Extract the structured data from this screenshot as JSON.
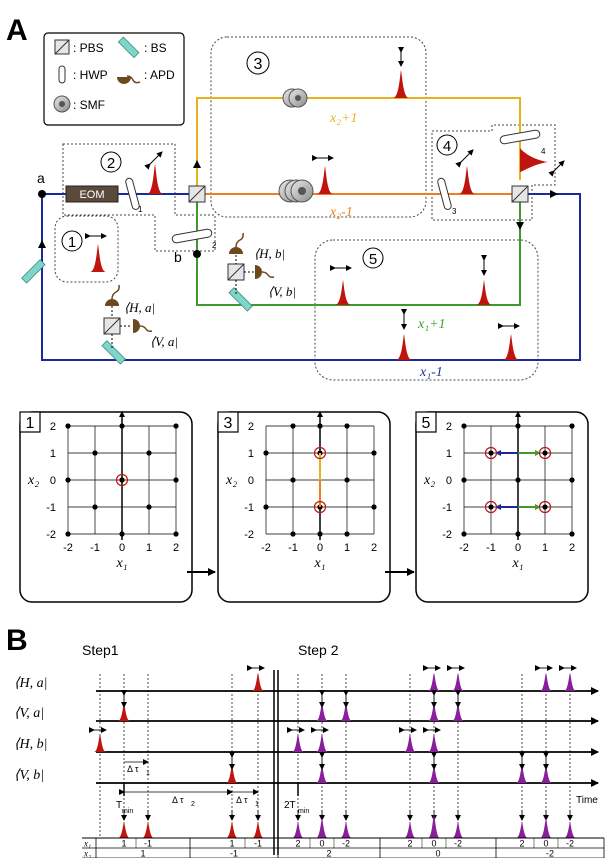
{
  "panel_a": {
    "label": "A",
    "legend": [
      {
        "key": "pbs",
        "text": ": PBS"
      },
      {
        "key": "bs",
        "text": ": BS"
      },
      {
        "key": "hwp",
        "text": ": HWP"
      },
      {
        "key": "apd",
        "text": ": APD"
      },
      {
        "key": "smf",
        "text": ": SMF"
      }
    ],
    "eom_label": "EOM",
    "port_a": "a",
    "port_b": "b",
    "stage_numbers": [
      "1",
      "2",
      "3",
      "4",
      "5"
    ],
    "hwp_subscripts": [
      "1",
      "2",
      "3",
      "4"
    ],
    "path_labels": {
      "x2_plus": "x₂+1",
      "x2_minus": "x₂-1",
      "x1_plus": "x₁+1",
      "x1_minus": "x₁-1"
    },
    "detector_labels": {
      "Ha": "⟨H, a|",
      "Va": "⟨V, a|",
      "Hb": "⟨H, b|",
      "Vb": "⟨V, b|"
    },
    "colors": {
      "x1_minus": "#1a2a9c",
      "x2_plus": "#e8b21a",
      "x2_minus": "#f07d1e",
      "x1_plus": "#3e9a2c",
      "pulse_red": "#c0140f",
      "pulse_purple": "#8a1f9c",
      "bs": "#7fd6c8",
      "apd": "#6b4a1e",
      "eom": "#5a4a3a"
    },
    "lattice_panels": [
      {
        "number": "1",
        "x_label": "x₁",
        "y_label": "x₂",
        "ticks": [
          "-2",
          "-1",
          "0",
          "1",
          "2"
        ]
      },
      {
        "number": "3",
        "x_label": "x₁",
        "y_label": "x₂",
        "ticks": [
          "-2",
          "-1",
          "0",
          "1",
          "2"
        ]
      },
      {
        "number": "5",
        "x_label": "x₁",
        "y_label": "x₂",
        "ticks": [
          "-2",
          "-1",
          "0",
          "1",
          "2"
        ]
      }
    ]
  },
  "panel_b": {
    "label": "B",
    "step1": "Step1",
    "step2": "Step 2",
    "rows": [
      "⟨H, a|",
      "⟨V, a|",
      "⟨H, b|",
      "⟨V, b|"
    ],
    "time_label": "Time",
    "tmin": "T",
    "tmin_sub": "min",
    "two_tmin": "2T",
    "dtau1": "Δ τ",
    "dtau1_sub": "1",
    "dtau2": "Δ τ",
    "dtau2_sub": "2",
    "table": {
      "row_x1_header": "x₁",
      "row_x2_header": "x₂",
      "x1_values": [
        "1",
        "-1",
        "1",
        "-1",
        "2",
        "0",
        "-2",
        "2",
        "0",
        "-2",
        "2",
        "0",
        "-2"
      ],
      "x2_values": [
        "1",
        "-1",
        "2",
        "0",
        "-2"
      ]
    }
  }
}
